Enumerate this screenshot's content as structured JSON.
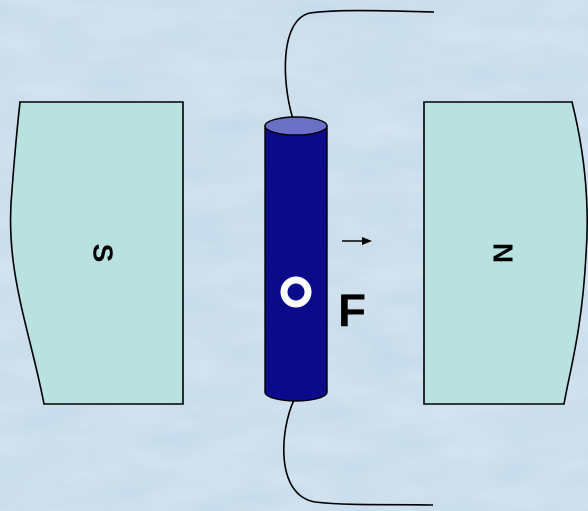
{
  "diagram": {
    "magnets": {
      "left_pole_label": "S",
      "right_pole_label": "N"
    },
    "conductor": {
      "current_symbol": "O"
    },
    "force": {
      "label": "F",
      "vector_arrow": "→"
    }
  },
  "colors": {
    "background": "#c3d9ea",
    "magnet_fill": "#b9e1e0",
    "outline": "#000000",
    "conductor_body": "#0a0a8a",
    "conductor_top": "#6a70c6",
    "current_ring": "#ffffff"
  }
}
